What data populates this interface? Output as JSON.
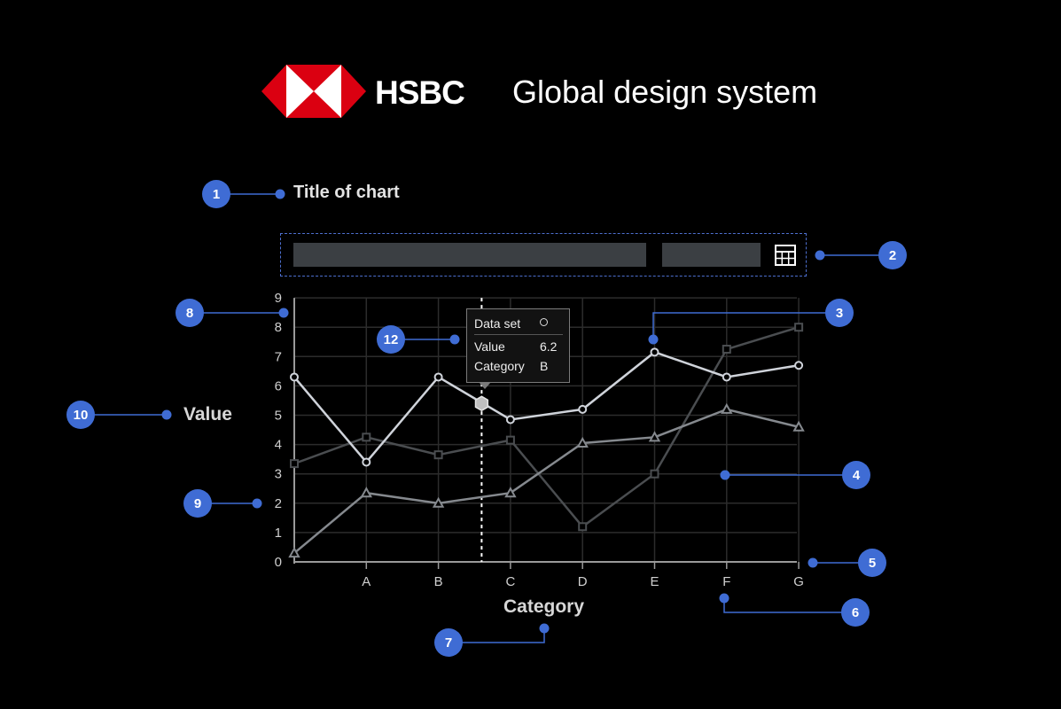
{
  "brand": {
    "logo_text": "HSBC",
    "title": "Global design system",
    "colors": {
      "logo_red": "#db0011",
      "annotation_blue": "#3f6cd4"
    }
  },
  "toolbar": {
    "table_icon": "table-grid-icon"
  },
  "tooltip": {
    "dataset_label": "Data set",
    "value_label": "Value",
    "value": "6.2",
    "category_label": "Category",
    "category": "B"
  },
  "annotations": [
    "1",
    "2",
    "3",
    "4",
    "5",
    "6",
    "7",
    "8",
    "9",
    "10",
    "12"
  ],
  "chart_data": {
    "type": "line",
    "title": "Title of chart",
    "xlabel": "Category",
    "ylabel": "Value",
    "categories": [
      "",
      "A",
      "B",
      "C",
      "D",
      "E",
      "F",
      "G"
    ],
    "ylim": [
      0,
      9
    ],
    "yticks": [
      "0",
      "1",
      "2",
      "3",
      "4",
      "5",
      "6",
      "7",
      "8",
      "9"
    ],
    "grid": true,
    "series": [
      {
        "values": [
          6.3,
          3.4,
          6.3,
          4.85,
          5.2,
          7.15,
          6.3,
          6.7
        ],
        "marker": "circle",
        "color": "#cfd3da",
        "highlight": [
          2.6,
          5.4
        ]
      },
      {
        "values": [
          3.35,
          4.25,
          3.65,
          4.15,
          1.2,
          3.0,
          7.25,
          8.0
        ],
        "marker": "square",
        "color": "#4a4d50"
      },
      {
        "values": [
          0.3,
          2.35,
          2.0,
          2.35,
          4.05,
          4.25,
          5.2,
          4.6
        ],
        "marker": "triangle",
        "color": "#85898e"
      }
    ],
    "cursor_x": 2.6
  }
}
